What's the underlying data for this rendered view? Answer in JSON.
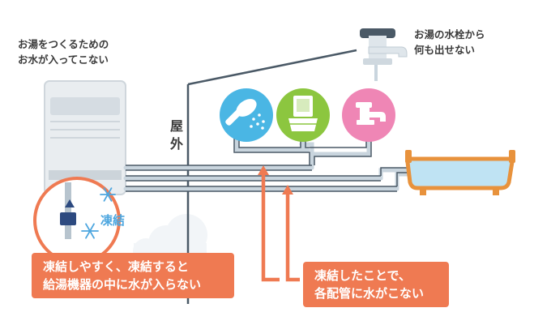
{
  "labels": {
    "heater_note": [
      "お湯をつくるための",
      "お水が入ってこない"
    ],
    "faucet_note": [
      "お湯の水栓から",
      "何も出せない"
    ],
    "outdoor": [
      "屋",
      "外"
    ],
    "frozen": "凍結"
  },
  "callouts": {
    "left": [
      "凍結しやすく、凍結すると",
      "給湯機器の中に水が入らない"
    ],
    "right": [
      "凍結したことで、",
      "各配管に水がこない"
    ]
  },
  "icons": [
    "shower-icon",
    "toilet-icon",
    "faucet-icon",
    "bathtub-icon",
    "water-heater-icon",
    "snowflake-icon"
  ],
  "colors": {
    "shower": "#4ab6e4",
    "toilet": "#8cc63f",
    "faucet": "#ef86b5",
    "callout": "#ef7a52",
    "pipe": "#c9d5de",
    "bathtub": "#e8923c",
    "water": "#bfe3f3"
  }
}
